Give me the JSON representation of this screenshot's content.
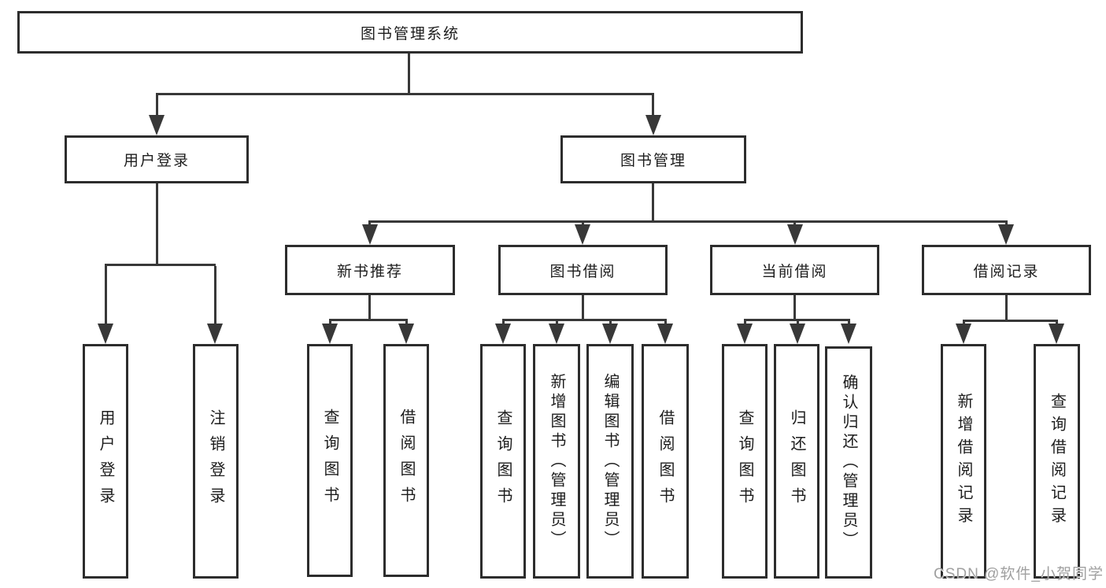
{
  "hierarchy": {
    "label": "图书管理系统",
    "children": [
      {
        "label": "用户登录",
        "children": [
          {
            "label": "用户登录"
          },
          {
            "label": "注销登录"
          }
        ]
      },
      {
        "label": "图书管理",
        "children": [
          {
            "label": "新书推荐",
            "children": [
              {
                "label": "查询图书"
              },
              {
                "label": "借阅图书"
              }
            ]
          },
          {
            "label": "图书借阅",
            "children": [
              {
                "label": "查询图书"
              },
              {
                "label": "新增图书（管理员）"
              },
              {
                "label": "编辑图书（管理员）"
              },
              {
                "label": "借阅图书"
              }
            ]
          },
          {
            "label": "当前借阅",
            "children": [
              {
                "label": "查询图书"
              },
              {
                "label": "归还图书"
              },
              {
                "label": "确认归还（管理员）"
              }
            ]
          },
          {
            "label": "借阅记录",
            "children": [
              {
                "label": "新增借阅记录"
              },
              {
                "label": "查询借阅记录"
              }
            ]
          }
        ]
      }
    ]
  },
  "watermark": {
    "text": "CSDN @软件_小贺同学"
  },
  "style": {
    "line_color": "#383838",
    "box_border_color": "#2d2d2d",
    "text_color": "#1d1d1d",
    "watermark_color": "#a0a0a0",
    "background": "#ffffff"
  }
}
